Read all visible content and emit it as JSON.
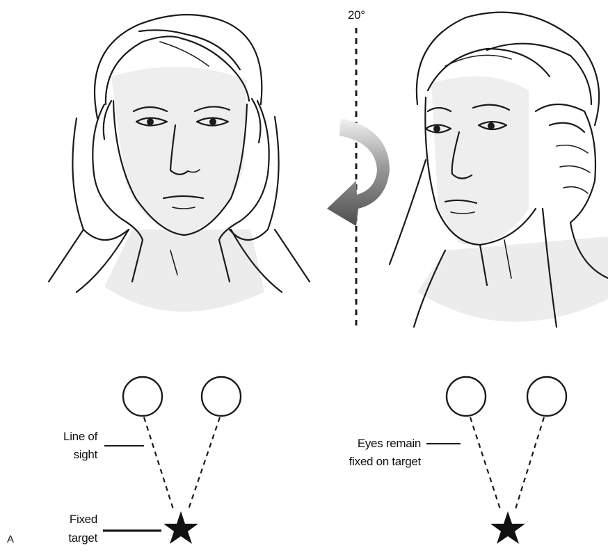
{
  "figure": {
    "angle_label": "20°",
    "panel_letter": "A",
    "left": {
      "line_of_sight_label": [
        "Line of",
        "sight"
      ],
      "fixed_target_label": [
        "Fixed",
        "target"
      ]
    },
    "right": {
      "eyes_fixed_label": [
        "Eyes remain",
        "fixed on target"
      ]
    },
    "colors": {
      "ink": "#1a1a1a",
      "skin_shade": "#ececec",
      "arrow_dark": "#5a5a5a",
      "arrow_light": "#dcdcdc"
    }
  }
}
